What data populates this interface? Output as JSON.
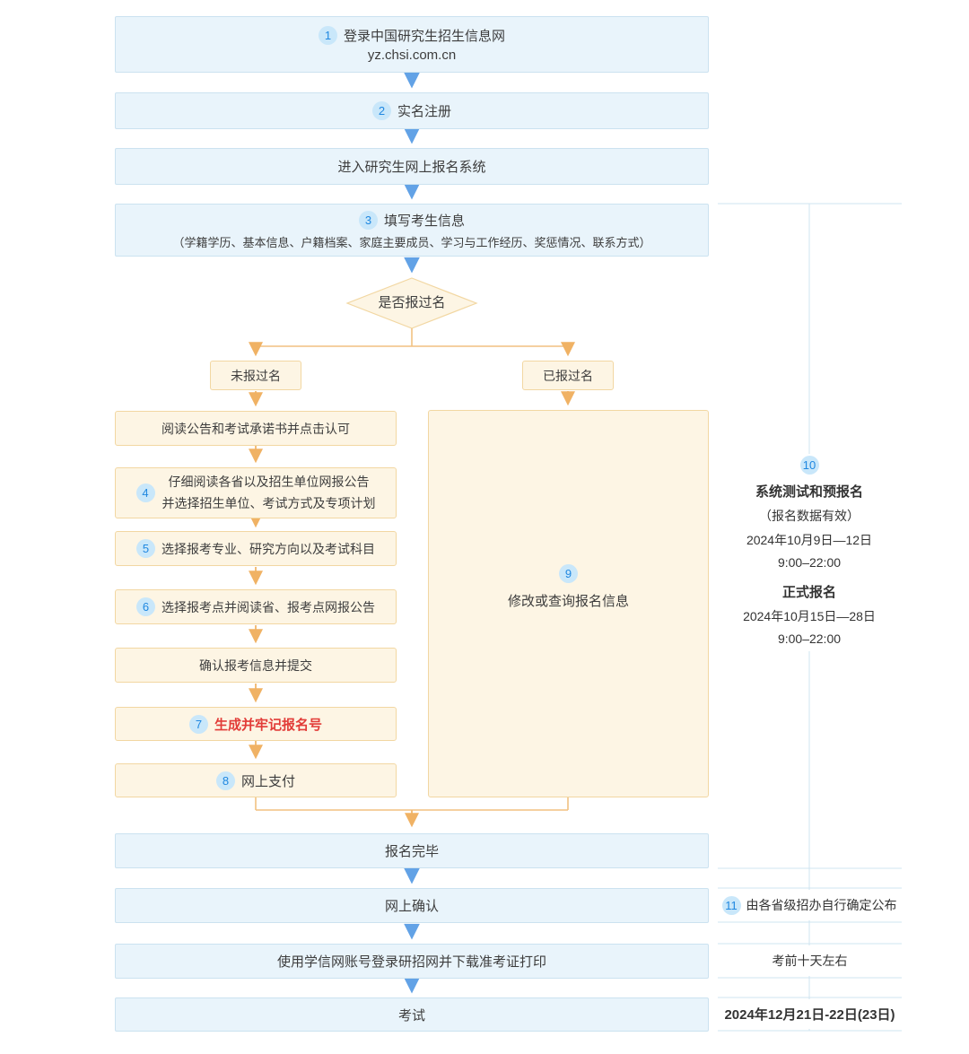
{
  "flow": {
    "step1": {
      "num": "1",
      "title": "登录中国研究生招生信息网",
      "url": "yz.chsi.com.cn"
    },
    "step2": {
      "num": "2",
      "label": "实名注册"
    },
    "enter_system": {
      "label": "进入研究生网上报名系统"
    },
    "step3": {
      "num": "3",
      "title": "填写考生信息",
      "detail": "（学籍学历、基本信息、户籍档案、家庭主要成员、学习与工作经历、奖惩情况、联系方式）"
    },
    "decision": {
      "label": "是否报过名"
    },
    "branch_left": {
      "label": "未报过名"
    },
    "branch_right": {
      "label": "已报过名"
    },
    "read_notice": {
      "label": "阅读公告和考试承诺书并点击认可"
    },
    "step4": {
      "num": "4",
      "line1": "仔细阅读各省以及招生单位网报公告",
      "line2": "并选择招生单位、考试方式及专项计划"
    },
    "step5": {
      "num": "5",
      "label": "选择报考专业、研究方向以及考试科目"
    },
    "step6": {
      "num": "6",
      "label": "选择报考点并阅读省、报考点网报公告"
    },
    "confirm_submit": {
      "label": "确认报考信息并提交"
    },
    "step7": {
      "num": "7",
      "label": "生成并牢记报名号"
    },
    "step8": {
      "num": "8",
      "label": "网上支付"
    },
    "step9": {
      "num": "9",
      "label": "修改或查询报名信息"
    },
    "finish": {
      "label": "报名完毕"
    },
    "online_confirm": {
      "label": "网上确认"
    },
    "download_ticket": {
      "label": "使用学信网账号登录研招网并下载准考证打印"
    },
    "exam": {
      "label": "考试"
    }
  },
  "timeline": {
    "item10": {
      "num": "10",
      "phase1_title": "系统测试和预报名",
      "phase1_note": "（报名数据有效）",
      "phase1_date": "2024年10月9日—12日",
      "phase1_time": "9:00–22:00",
      "phase2_title": "正式报名",
      "phase2_date": "2024年10月15日—28日",
      "phase2_time": "9:00–22:00"
    },
    "item11": {
      "num": "11",
      "label": "由各省级招办自行确定公布"
    },
    "download_note": "考前十天左右",
    "exam_date": "2024年12月21日-22日(23日)"
  },
  "colors": {
    "blue_box_bg": "#e9f4fb",
    "blue_box_border": "#cbe2f0",
    "orange_box_bg": "#fdf5e4",
    "orange_box_border": "#f2d7a2",
    "blue_arrow": "#62a2e6",
    "orange_arrow": "#f0b264",
    "badge_bg": "#c9e7fa",
    "badge_text": "#1f87e0",
    "highlight_red": "#e23c38",
    "timeline_line": "#cfe4f1"
  }
}
